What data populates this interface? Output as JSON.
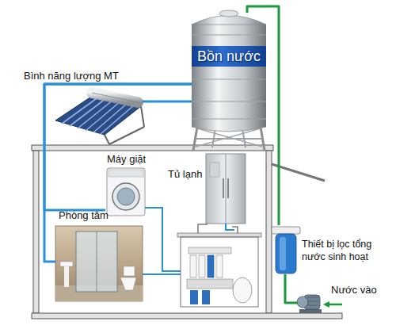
{
  "diagram": {
    "nodes": [
      {
        "text": [
          "Bồn nước"
        ]
      },
      {
        "text": [
          "Bình năng lượng MT"
        ]
      },
      {
        "text": [
          "Máy giặt"
        ]
      },
      {
        "text": [
          "Tủ lạnh"
        ]
      },
      {
        "text": [
          "Phòng tắm"
        ]
      },
      {
        "text": [
          "Thiết bị lọc tổng nước sinh hoạt"
        ]
      },
      {
        "text": [
          "Nước vào"
        ]
      }
    ],
    "edges": [
      {
        "from": 6,
        "to": 5,
        "arrow": "none"
      },
      {
        "from": 5,
        "to": 0,
        "arrow": "none"
      },
      {
        "from": 0,
        "to": 1,
        "arrow": "none"
      },
      {
        "from": 0,
        "to": 2,
        "arrow": "none"
      },
      {
        "from": 0,
        "to": 4,
        "arrow": "none"
      }
    ]
  }
}
